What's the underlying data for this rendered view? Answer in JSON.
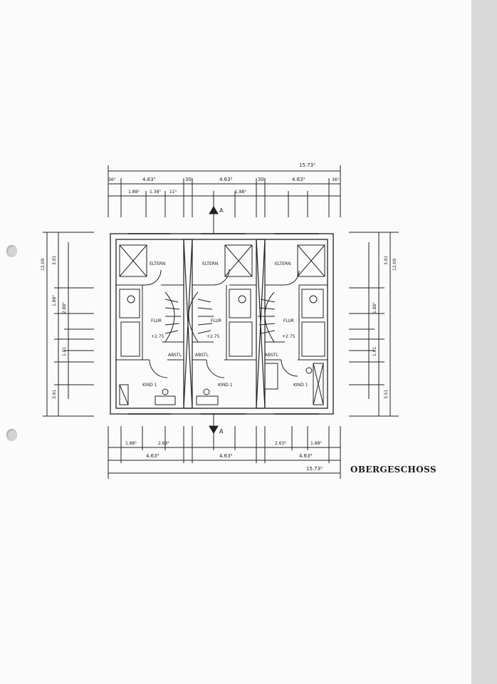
{
  "drawing_title": "OBERGESCHOSS",
  "overall_width": "15.73⁵",
  "overall_depth": "12.09",
  "unit_width": "4.63⁵",
  "wall_inner": "30",
  "wall_outer": "36⁵",
  "rooms": {
    "parents": "ELTERN",
    "corridor": "FLUR",
    "storage": "ABSTL",
    "child": "KIND 1",
    "level": "+2.75"
  },
  "top_details": [
    "1.88⁵",
    "1.38⁵",
    "11⁵",
    "1.88⁵"
  ],
  "bottom_details": [
    "1.88⁵",
    "2.63⁵",
    "2.63⁵",
    "1.88⁵"
  ],
  "left_dims": [
    "3.91",
    "1.88⁵",
    "2.88⁵",
    "1.01",
    "3.91"
  ],
  "right_dims": [
    "3.91",
    "1.88⁵",
    "1.01",
    "3.51"
  ],
  "section_marks": [
    "A",
    "A"
  ]
}
